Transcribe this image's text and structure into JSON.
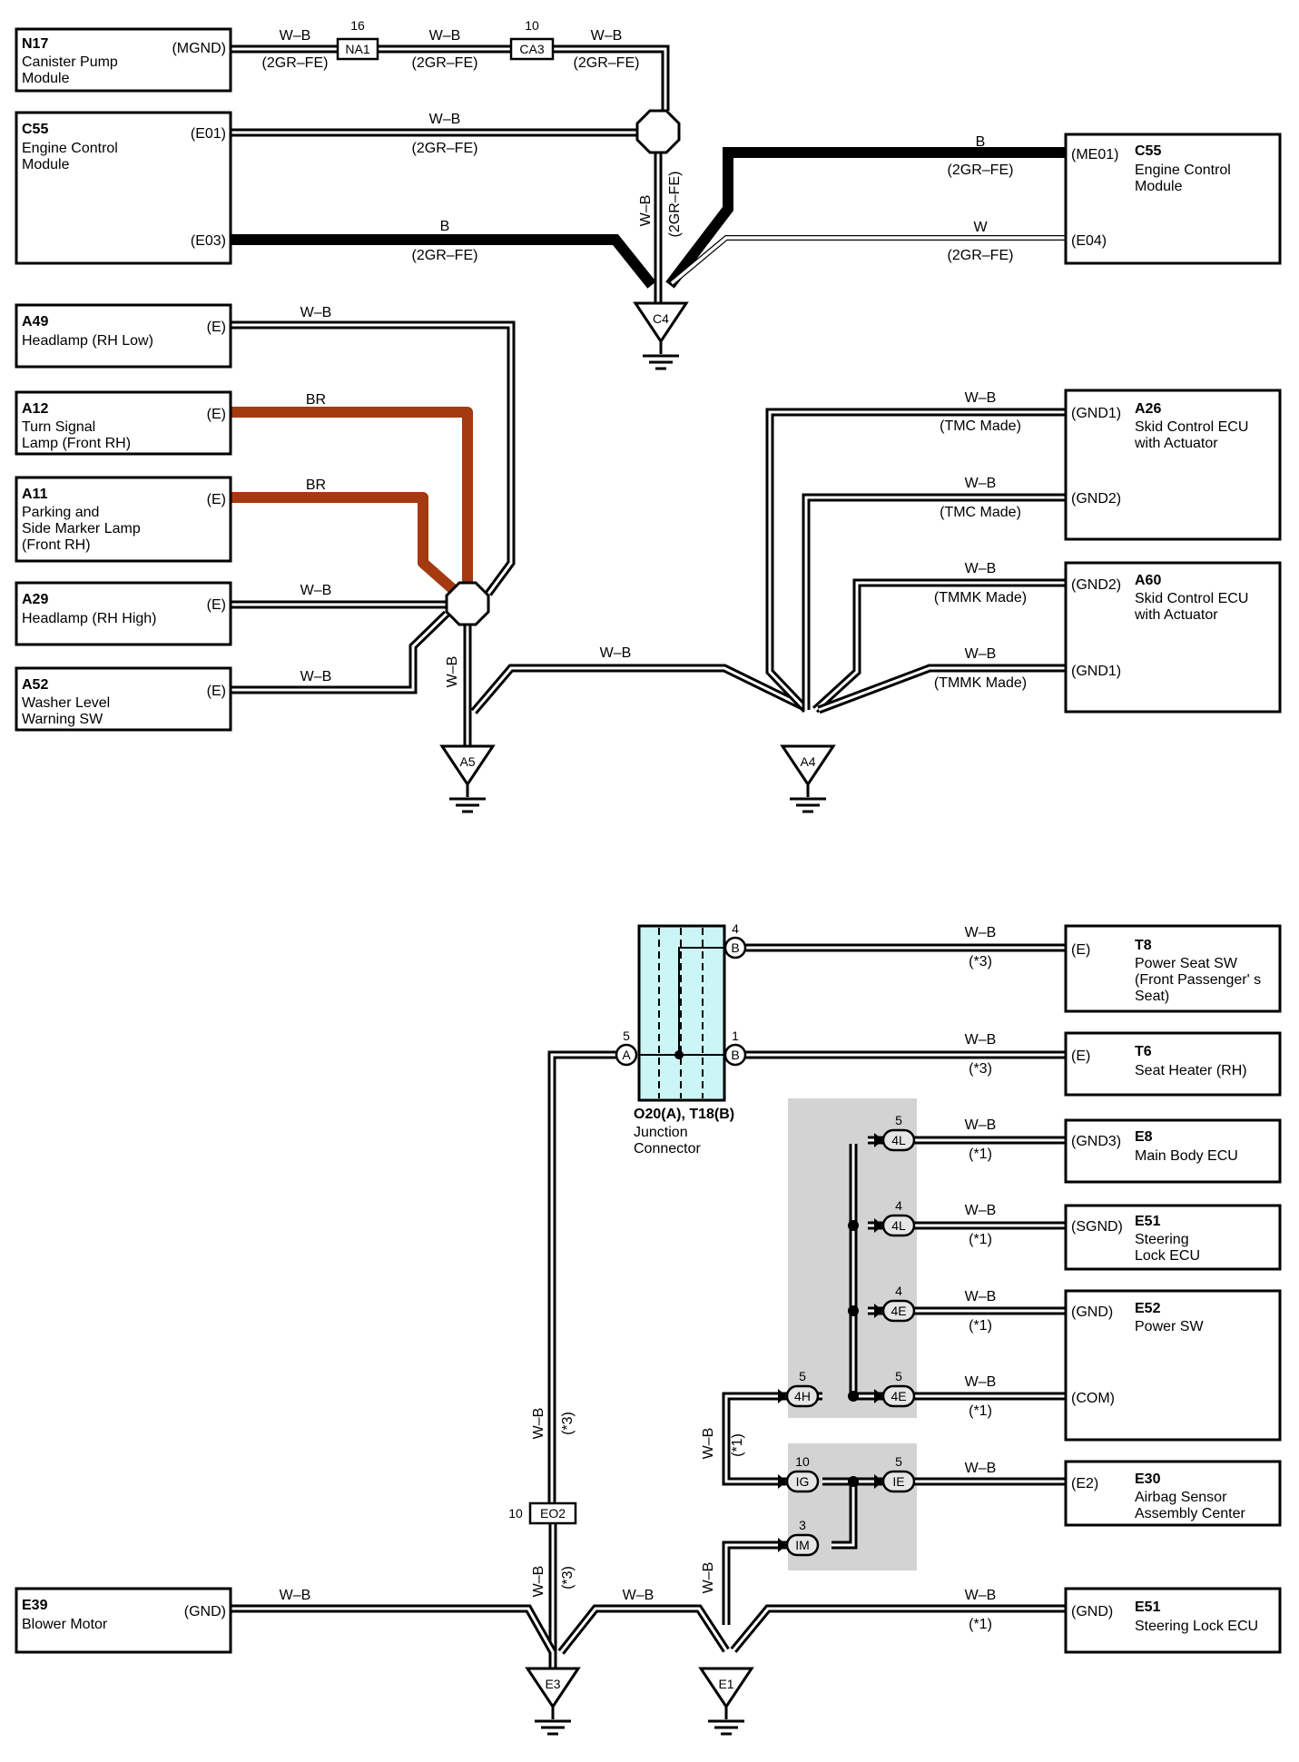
{
  "colors": {
    "wire_wb": "#000000",
    "wire_b": "#000000",
    "wire_br": "#a5390f",
    "junction_fill": "#ccf5f5",
    "shade": "#d3d3d3"
  },
  "components": [
    {
      "id": "n17",
      "code": "N17",
      "name": [
        "Canister Pump",
        "Module"
      ],
      "pins": [
        "(MGND)"
      ]
    },
    {
      "id": "c55l",
      "code": "C55",
      "name": [
        "Engine Control",
        "Module"
      ],
      "pins": [
        "(E01)",
        "(E03)"
      ]
    },
    {
      "id": "c55r",
      "code": "C55",
      "name": [
        "Engine Control",
        "Module"
      ],
      "pins": [
        "(ME01)",
        "(E04)"
      ]
    },
    {
      "id": "a49",
      "code": "A49",
      "name": [
        "Headlamp (RH Low)"
      ],
      "pins": [
        "(E)"
      ]
    },
    {
      "id": "a12",
      "code": "A12",
      "name": [
        "Turn Signal",
        "Lamp (Front RH)"
      ],
      "pins": [
        "(E)"
      ]
    },
    {
      "id": "a11",
      "code": "A11",
      "name": [
        "Parking and",
        "Side Marker Lamp",
        "(Front RH)"
      ],
      "pins": [
        "(E)"
      ]
    },
    {
      "id": "a29",
      "code": "A29",
      "name": [
        "Headlamp (RH High)"
      ],
      "pins": [
        "(E)"
      ]
    },
    {
      "id": "a52",
      "code": "A52",
      "name": [
        "Washer Level",
        "Warning SW"
      ],
      "pins": [
        "(E)"
      ]
    },
    {
      "id": "a26",
      "code": "A26",
      "name": [
        "Skid Control ECU",
        "with Actuator"
      ],
      "pins": [
        "(GND1)",
        "(GND2)"
      ]
    },
    {
      "id": "a60",
      "code": "A60",
      "name": [
        "Skid Control ECU",
        "with Actuator"
      ],
      "pins": [
        "(GND2)",
        "(GND1)"
      ]
    },
    {
      "id": "t8",
      "code": "T8",
      "name": [
        "Power Seat SW",
        "(Front Passenger' s",
        " Seat)"
      ],
      "pins": [
        "(E)"
      ]
    },
    {
      "id": "t6",
      "code": "T6",
      "name": [
        "Seat Heater (RH)"
      ],
      "pins": [
        "(E)"
      ]
    },
    {
      "id": "e8",
      "code": "E8",
      "name": [
        "Main Body ECU"
      ],
      "pins": [
        "(GND3)"
      ]
    },
    {
      "id": "e51a",
      "code": "E51",
      "name": [
        "Steering",
        "Lock ECU"
      ],
      "pins": [
        "(SGND)"
      ]
    },
    {
      "id": "e52",
      "code": "E52",
      "name": [
        "Power SW"
      ],
      "pins": [
        "(GND)",
        "(COM)"
      ]
    },
    {
      "id": "e30",
      "code": "E30",
      "name": [
        "Airbag Sensor",
        "Assembly Center"
      ],
      "pins": [
        "(E2)"
      ]
    },
    {
      "id": "e39",
      "code": "E39",
      "name": [
        "Blower Motor"
      ],
      "pins": [
        "(GND)"
      ]
    },
    {
      "id": "e51b",
      "code": "E51",
      "name": [
        "Steering Lock ECU"
      ],
      "pins": [
        "(GND)"
      ]
    }
  ],
  "wire_labels": {
    "wb": "W–B",
    "b": "B",
    "w": "W",
    "br": "BR",
    "gr": "(2GR–FE)",
    "tmc": "(TMC Made)",
    "tmmk": "(TMMK Made)",
    "s3": "(*3)",
    "s1": "(*1)"
  },
  "grounds": [
    "C4",
    "A5",
    "A4",
    "E3",
    "E1"
  ],
  "inline_connectors": [
    {
      "code": "NA1",
      "pin": "16"
    },
    {
      "code": "CA3",
      "pin": "10"
    },
    {
      "code": "EO2",
      "pin": "10"
    }
  ],
  "junction": {
    "title": "O20(A), T18(B)",
    "name": [
      "Junction",
      "Connector"
    ],
    "pins": [
      {
        "letter": "B",
        "num": "4"
      },
      {
        "letter": "B",
        "num": "1"
      },
      {
        "letter": "A",
        "num": "5"
      }
    ]
  },
  "oval_connectors": [
    {
      "code": "4L",
      "pin": "5"
    },
    {
      "code": "4L",
      "pin": "4"
    },
    {
      "code": "4E",
      "pin": "4"
    },
    {
      "code": "4E",
      "pin": "5"
    },
    {
      "code": "4H",
      "pin": "5"
    },
    {
      "code": "IE",
      "pin": "5"
    },
    {
      "code": "IG",
      "pin": "10"
    },
    {
      "code": "IM",
      "pin": "3"
    }
  ]
}
